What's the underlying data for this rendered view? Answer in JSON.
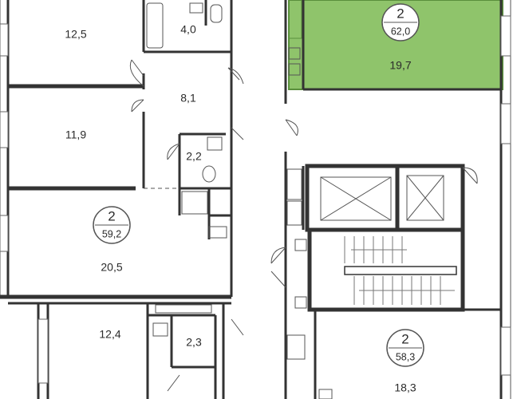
{
  "rooms": {
    "left_top_bedroom": "12,5",
    "left_bath": "4,0",
    "left_hall": "8,1",
    "left_mid_bedroom": "11,9",
    "left_wc": "2,2",
    "left_living": "20,5",
    "left_lower_bedroom": "12,4",
    "left_lower_bath": "2,3",
    "right_top_living": "19,7",
    "right_lower_living": "18,3"
  },
  "apartments": {
    "top_right": {
      "rooms": "2",
      "area": "62,0",
      "highlighted": true
    },
    "left_middle": {
      "rooms": "2",
      "area": "59,2",
      "highlighted": false
    },
    "bottom_right": {
      "rooms": "2",
      "area": "58,3",
      "highlighted": false
    }
  },
  "colors": {
    "highlight_fill": "#8fc46b",
    "highlight_stroke": "#5a8f3c",
    "wall": "#333333"
  }
}
